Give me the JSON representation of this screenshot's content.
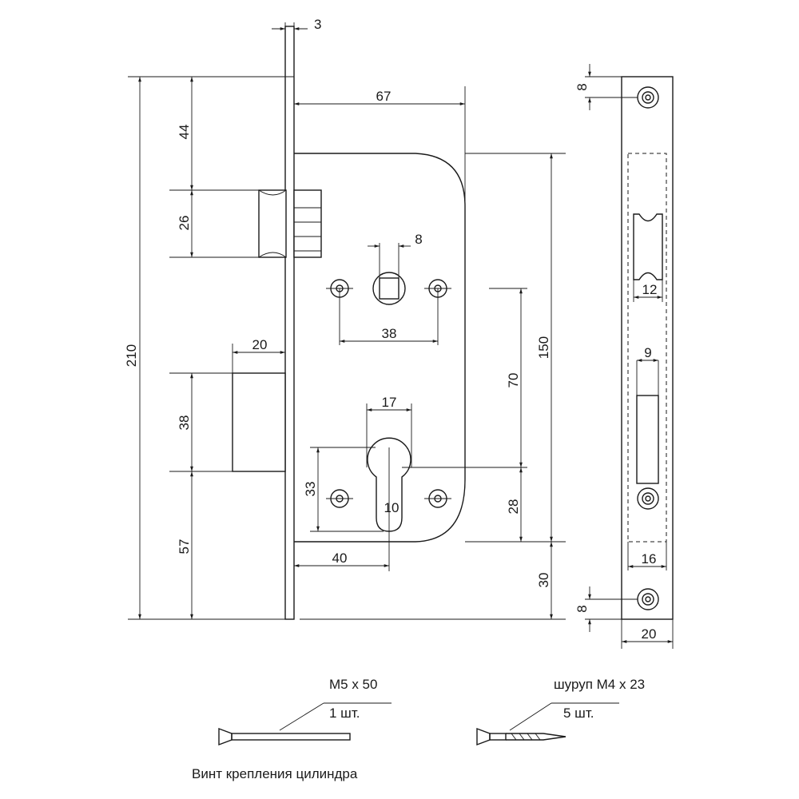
{
  "dimensions": {
    "faceplate_thickness": "3",
    "top_to_latch": "44",
    "latch_height": "26",
    "total_height": "210",
    "deadbolt_projection": "20",
    "deadbolt_height": "38",
    "bottom_to_deadbolt": "57",
    "backset_to_spindle_face": "67",
    "spindle_square": "8",
    "spindle_screw_spacing": "38",
    "case_height": "150",
    "spindle_to_cylinder": "70",
    "cylinder_width": "17",
    "cylinder_height_span": "33",
    "cylinder_slot": "10",
    "cylinder_to_bottom": "28",
    "backset_cylinder": "40",
    "case_bottom_to_plate": "30",
    "strike_top_screw": "8",
    "strike_latch_width": "12",
    "strike_bolt_width": "9",
    "strike_bolt_opening": "16",
    "strike_bottom_screw": "8",
    "strike_width": "20"
  },
  "accessories": {
    "bolt": {
      "spec": "M5 x 50",
      "qty": "1 шт.",
      "caption": "Винт крепления цилиндра"
    },
    "screw": {
      "spec": "шуруп M4 x 23",
      "qty": "5 шт."
    }
  }
}
